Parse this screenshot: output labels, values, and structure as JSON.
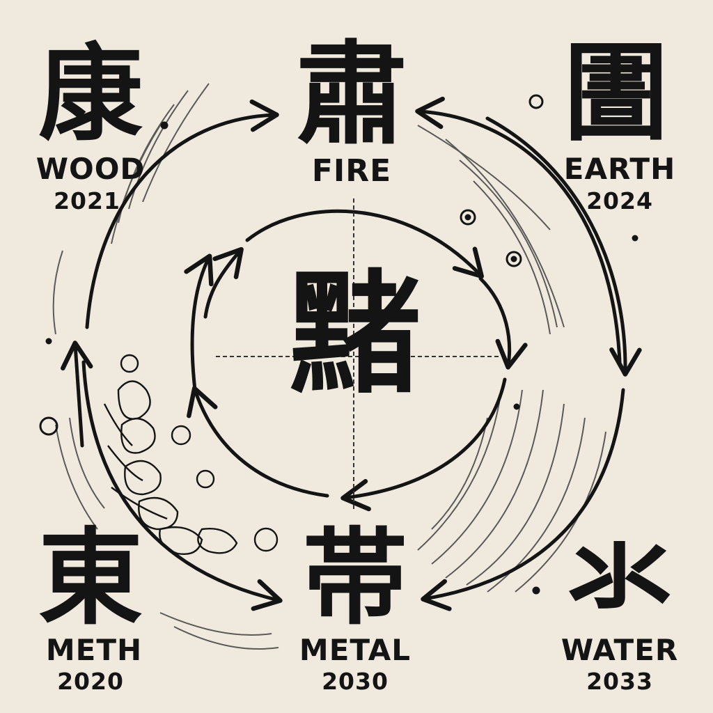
{
  "center_glyph": "䵭",
  "elements": [
    {
      "id": "wood",
      "glyph": "康",
      "label": "WOOD",
      "year": "2021"
    },
    {
      "id": "fire",
      "glyph": "肅",
      "label": "FIRE",
      "year": ""
    },
    {
      "id": "earth",
      "glyph": "圕",
      "label": "EARTH",
      "year": "2024"
    },
    {
      "id": "meth",
      "glyph": "東",
      "label": "METH",
      "year": "2020"
    },
    {
      "id": "metal",
      "glyph": "帯",
      "label": "METAL",
      "year": "2030"
    },
    {
      "id": "water",
      "glyph": "氺",
      "label": "WATER",
      "year": "2033"
    }
  ],
  "colors": {
    "ink": "#141414",
    "paper": "#efe9de"
  }
}
